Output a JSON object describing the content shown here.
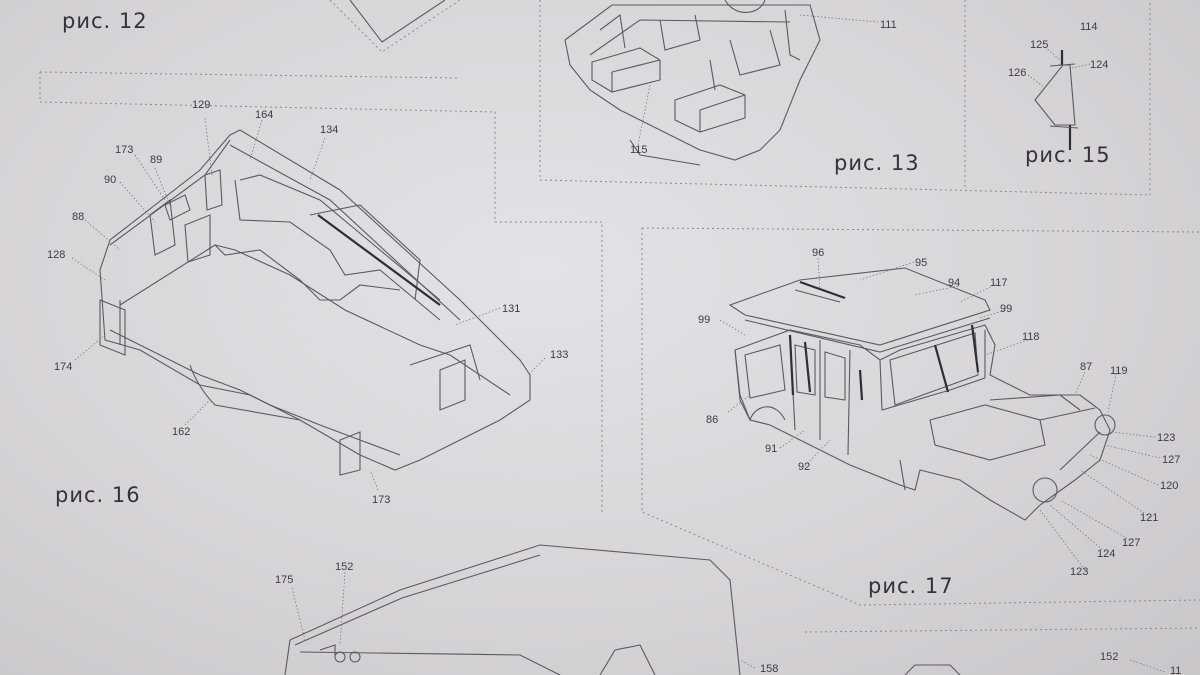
{
  "figures": {
    "fig12": "рис. 12",
    "fig13": "рис. 13",
    "fig15": "рис. 15",
    "fig16": "рис. 16",
    "fig17": "рис. 17"
  },
  "parts": {
    "fig13": [
      "111",
      "115"
    ],
    "fig15": [
      "114",
      "125",
      "126",
      "124"
    ],
    "fig16": [
      "129",
      "164",
      "134",
      "173",
      "89",
      "90",
      "88",
      "128",
      "174",
      "131",
      "133",
      "162",
      "173"
    ],
    "fig17": [
      "96",
      "95",
      "94",
      "117",
      "99",
      "99",
      "118",
      "87",
      "119",
      "86",
      "91",
      "92",
      "123",
      "127",
      "120",
      "121",
      "127",
      "124",
      "123"
    ],
    "bottom": [
      "175",
      "152",
      "158",
      "152",
      "11"
    ]
  },
  "colors": {
    "paper": "#dcd9dd",
    "ink": "#3c3c44"
  }
}
